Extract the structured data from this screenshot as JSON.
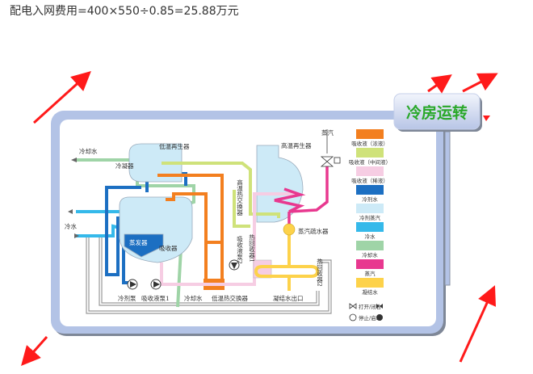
{
  "caption": "配电入网费用=400×550÷0.85=25.88万元",
  "diagram": {
    "title": "冷房运转",
    "labels": {
      "cooling_water_out": "冷却水",
      "low_temp_generator": "低温再生器",
      "condenser": "冷凝器",
      "high_temp_generator": "高温再生器",
      "steam_in": "蒸汽",
      "high_temp_hx": "高温热交换器",
      "chilled_water": "冷水",
      "evaporator": "蒸发器",
      "absorber": "吸收器",
      "absorbent_pump_2": "吸收液泵2",
      "heat_recovery_1": "热回收器1",
      "steam_drain_trap": "蒸汽疏水器",
      "heat_recovery_2": "热回收器2",
      "refrigerant_pump": "冷剂泵",
      "absorbent_pump_1": "吸收液泵1",
      "cooling_water_in": "冷却水",
      "low_temp_hx": "低温热交换器",
      "condensate_outlet": "凝结水出口"
    },
    "legend": [
      {
        "label": "吸收液（浓液）",
        "color": "#f37f1f"
      },
      {
        "label": "吸收液（中间液）",
        "color": "#cfe27a"
      },
      {
        "label": "吸收液（稀液）",
        "color": "#f6cde3"
      },
      {
        "label": "冷剂水",
        "color": "#1c6fc2"
      },
      {
        "label": "冷剂蒸汽",
        "color": "#cdeaf7"
      },
      {
        "label": "冷水",
        "color": "#35b9ea"
      },
      {
        "label": "冷却水",
        "color": "#9fd4a7"
      },
      {
        "label": "蒸汽",
        "color": "#e8388f"
      },
      {
        "label": "凝结水",
        "color": "#fdd24a"
      }
    ],
    "valve_legend": "打开/闭合",
    "pump_legend": "停止/启动",
    "colors": {
      "frame": "#b3c3e6",
      "arrow": "#ff1a1a",
      "title_text": "#29a829"
    }
  }
}
